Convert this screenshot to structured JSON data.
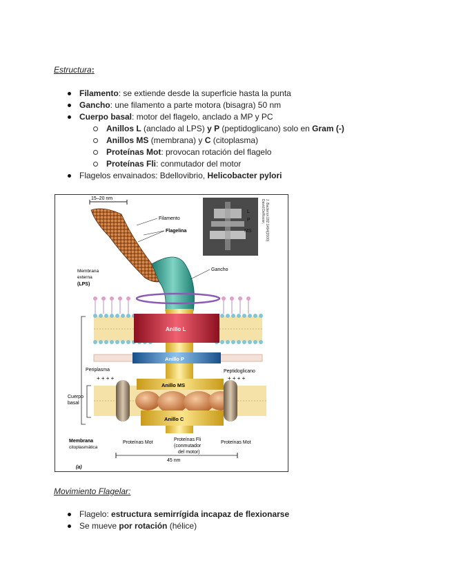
{
  "section1": {
    "title": "Estructura",
    "colon": ":",
    "items": [
      {
        "b1": "Filamento",
        "t1": ": se extiende desde la superficie hasta la punta"
      },
      {
        "b1": "Gancho",
        "t1": ": une filamento a parte motora (bisagra) 50 nm"
      },
      {
        "b1": "Cuerpo basal",
        "t1": ": motor del flagelo, anclado a MP y PC"
      }
    ],
    "subitems": [
      {
        "b1": "Anillos L",
        "t1": " (anclado al LPS) ",
        "b2": "y P",
        "t2": " (peptidoglicano)  solo en ",
        "b3": "Gram (-)"
      },
      {
        "b1": "Anillos MS",
        "t1": " (membrana) y ",
        "b2": "C",
        "t2": " (citoplasma)"
      },
      {
        "b1": "Proteínas Mot",
        "t1": ": provocan rotación del flagelo"
      },
      {
        "b1": "Proteínas Fli",
        "t1": ": conmutador del motor"
      }
    ],
    "last_item": {
      "t1": "Flagelos envainados: Bdellovibrio, ",
      "b1": "Helicobacter pylori"
    }
  },
  "figure": {
    "scale_top": "15–20 nm",
    "filamento": "Filamento",
    "flagelina": "Flagelina",
    "gancho": "Gancho",
    "membrana_externa_1": "Membrana",
    "membrana_externa_2": "externa",
    "membrana_externa_3": "(LPS)",
    "anillo_l": "Anillo L",
    "anillo_p": "Anillo P",
    "anillo_ms": "Anillo MS",
    "anillo_c": "Anillo C",
    "periplasma": "Periplasma",
    "peptidoglicano": "Peptidoglicano",
    "cuerpo_basal_1": "Cuerpo",
    "cuerpo_basal_2": "basal",
    "membrana_cito_1": "Membrana",
    "membrana_cito_2": "citoplasmática",
    "proteinas_mot_left": "Proteínas Mot",
    "proteinas_fli_1": "Proteínas Fli",
    "proteinas_fli_2": "(conmutador",
    "proteinas_fli_3": "del motor)",
    "proteinas_mot_right": "Proteínas Mot",
    "scale_bottom": "45 nm",
    "panel_label": "(a)",
    "micro_l": "L",
    "micro_p": "P",
    "micro_ms": "MS",
    "credit_1": "David DeRosier,",
    "credit_2": "J. Bacteriol.182:1494(2000)",
    "plus_signs": "+ + + +"
  },
  "section2": {
    "title": "Movimiento Flagelar",
    "colon": ":",
    "items": [
      {
        "t1": "Flagelo: ",
        "b1": "estructura semirrígida incapaz de flexionarse"
      },
      {
        "t1": "Se mueve ",
        "b1": "por rotación",
        "t2": " (hélice)"
      }
    ]
  }
}
